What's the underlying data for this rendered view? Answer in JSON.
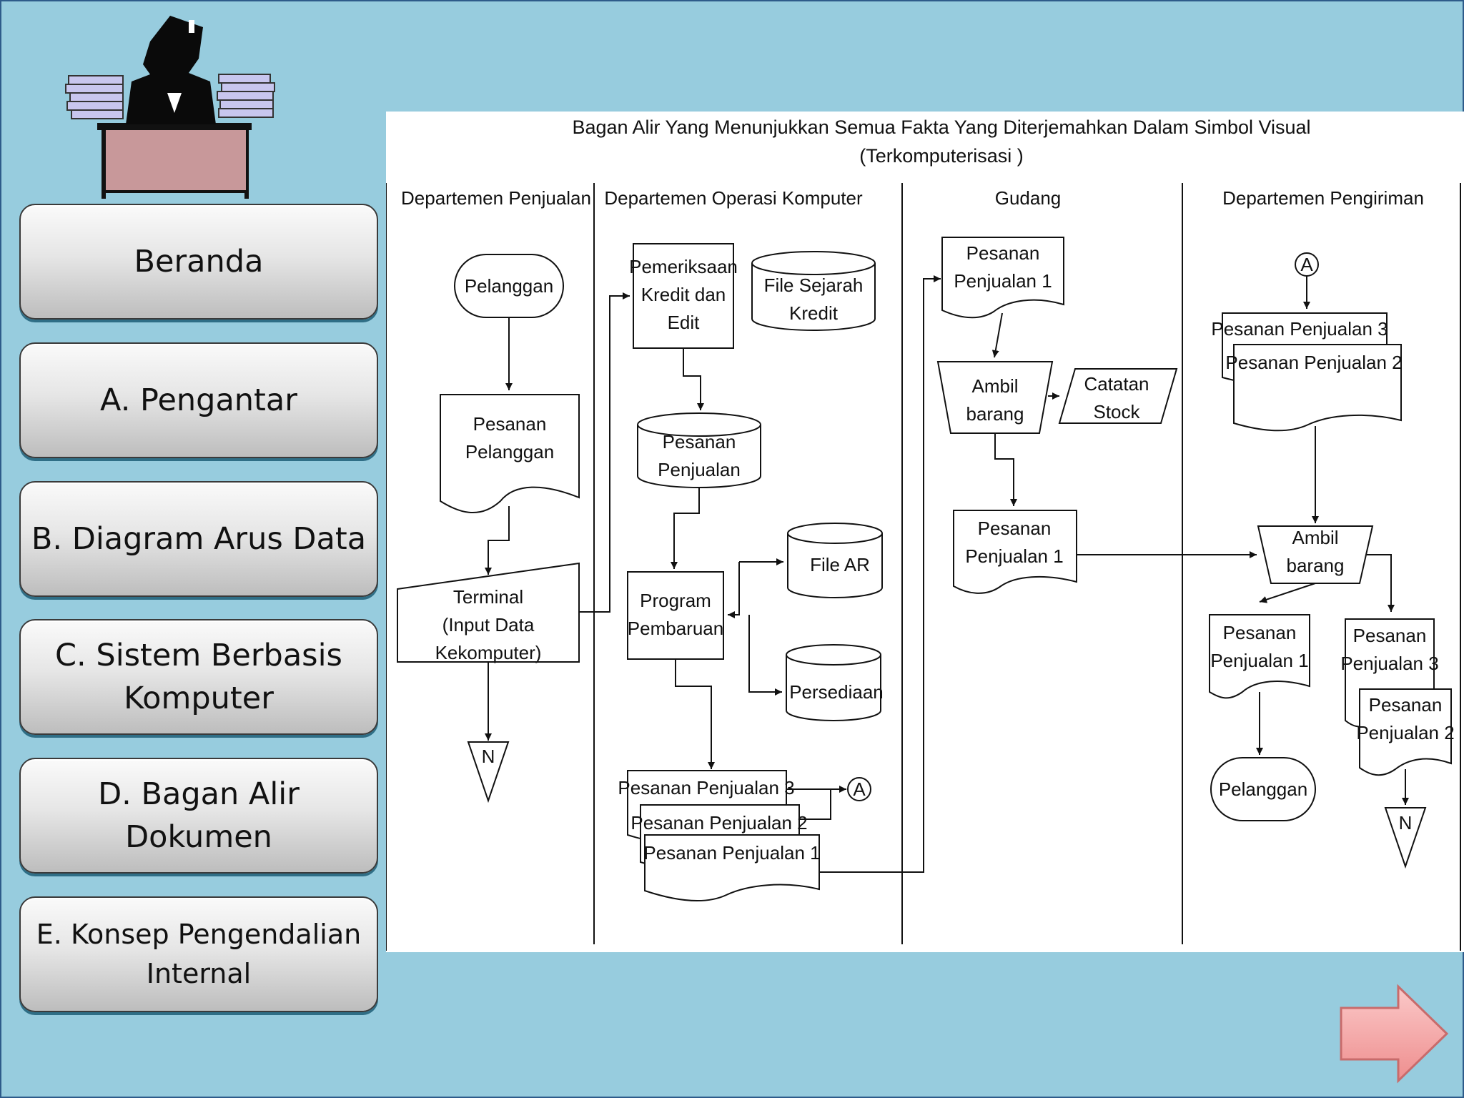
{
  "nav": {
    "home": "Beranda",
    "a": "A. Pengantar",
    "b": "B. Diagram Arus Data",
    "c1": "C. Sistem Berbasis",
    "c2": "Komputer",
    "d1": "D. Bagan Alir",
    "d2": "Dokumen",
    "e1": "E. Konsep Pengendalian",
    "e2": "Internal"
  },
  "diagram": {
    "title": "Bagan Alir Yang Menunjukkan Semua Fakta Yang Diterjemahkan Dalam Simbol Visual",
    "subtitle": "(Terkomputerisasi )",
    "lanes": [
      "Departemen Penjualan",
      "Departemen Operasi Komputer",
      "Gudang",
      "Departemen Pengiriman"
    ],
    "pelanggan": "Pelanggan",
    "pesanan_pelanggan_1": "Pesanan",
    "pesanan_pelanggan_2": "Pelanggan",
    "terminal_1": "Terminal",
    "terminal_2": "(Input Data",
    "terminal_3": "Kekomputer)",
    "offpage_n": "N",
    "pemeriksaan_1": "Pemeriksaan",
    "pemeriksaan_2": "Kredit dan",
    "pemeriksaan_3": "Edit",
    "file_sejarah_1": "File Sejarah",
    "file_sejarah_2": "Kredit",
    "pesanan_penjualan_1": "Pesanan",
    "pesanan_penjualan_2": "Penjualan",
    "program_1": "Program",
    "program_2": "Pembaruan",
    "file_ar": "File AR",
    "persediaan": "Persediaan",
    "pp3": "Pesanan Penjualan 3",
    "pp2": "Pesanan Penjualan 2",
    "pp1": "Pesanan Penjualan 1",
    "connector_a": "A",
    "pesanan": "Pesanan",
    "penjualan_1": "Penjualan 1",
    "penjualan_3": "Penjualan 3",
    "penjualan_2": "Penjualan 2",
    "ambil": "Ambil",
    "barang": "barang",
    "catatan": "Catatan",
    "stock": "Stock"
  },
  "colors": {
    "background": "#97CCDE",
    "button_gradient_top": "#fafafa",
    "button_gradient_bottom": "#bdbdbd",
    "next_arrow": "#F4A6A6"
  },
  "icons": [
    "office-clerk-clipart",
    "next-arrow-icon"
  ]
}
